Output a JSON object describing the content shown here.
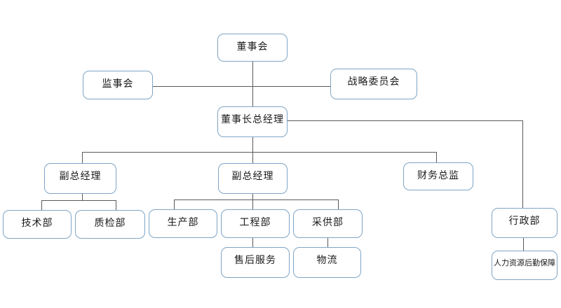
{
  "diagram": {
    "type": "org-chart",
    "nodes": [
      {
        "id": "board",
        "label": "董事会"
      },
      {
        "id": "supervisory_board",
        "label": "监事会"
      },
      {
        "id": "strategy_committee",
        "label": "战略委员会"
      },
      {
        "id": "chairman_general_manager",
        "label": "董事长总经理"
      },
      {
        "id": "deputy_general_manager_1",
        "label": "副总经理"
      },
      {
        "id": "deputy_general_manager_2",
        "label": "副总经理"
      },
      {
        "id": "finance_director",
        "label": "财务总监"
      },
      {
        "id": "technology_dept",
        "label": "技术部"
      },
      {
        "id": "quality_inspection_dept",
        "label": "质检部"
      },
      {
        "id": "production_dept",
        "label": "生产部"
      },
      {
        "id": "engineering_dept",
        "label": "工程部"
      },
      {
        "id": "procurement_dept",
        "label": "采供部"
      },
      {
        "id": "administration_dept",
        "label": "行政部"
      },
      {
        "id": "after_sales_service",
        "label": "售后服务"
      },
      {
        "id": "logistics",
        "label": "物流"
      },
      {
        "id": "hr_logistics_support",
        "label": "人力资源后勤保障"
      }
    ],
    "edges": [
      {
        "from": "board",
        "to": "chairman_general_manager"
      },
      {
        "from": "board",
        "to": "supervisory_board"
      },
      {
        "from": "board",
        "to": "strategy_committee"
      },
      {
        "from": "chairman_general_manager",
        "to": "deputy_general_manager_1"
      },
      {
        "from": "chairman_general_manager",
        "to": "deputy_general_manager_2"
      },
      {
        "from": "chairman_general_manager",
        "to": "finance_director"
      },
      {
        "from": "chairman_general_manager",
        "to": "administration_dept"
      },
      {
        "from": "deputy_general_manager_1",
        "to": "technology_dept"
      },
      {
        "from": "deputy_general_manager_1",
        "to": "quality_inspection_dept"
      },
      {
        "from": "deputy_general_manager_2",
        "to": "production_dept"
      },
      {
        "from": "deputy_general_manager_2",
        "to": "engineering_dept"
      },
      {
        "from": "deputy_general_manager_2",
        "to": "procurement_dept"
      },
      {
        "from": "engineering_dept",
        "to": "after_sales_service"
      },
      {
        "from": "procurement_dept",
        "to": "logistics"
      },
      {
        "from": "administration_dept",
        "to": "hr_logistics_support"
      }
    ],
    "colors": {
      "box_border": "#7fa5c5",
      "connector": "#595959",
      "background": "#ffffff",
      "text": "#1a1a1a"
    }
  }
}
